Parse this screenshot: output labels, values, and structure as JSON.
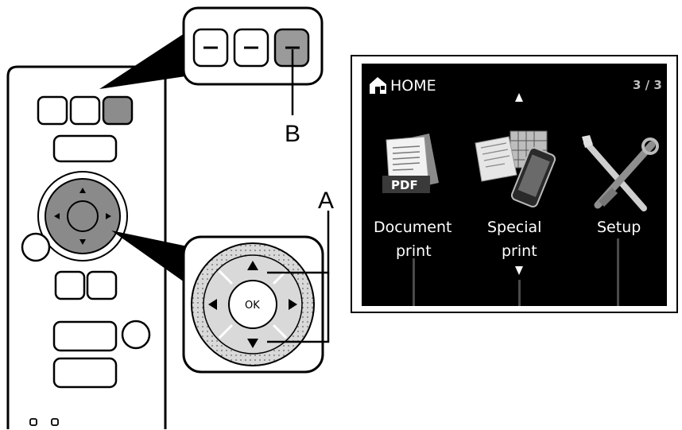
{
  "callouts": {
    "a": "A",
    "b": "B"
  },
  "screen": {
    "title": "HOME",
    "page_indicator": "3 / 3",
    "items": [
      {
        "line1": "Document",
        "line2": "print",
        "icon": "pdf-document-icon"
      },
      {
        "line1": "Special",
        "line2": "print",
        "icon": "special-print-icon"
      },
      {
        "line1": "Setup",
        "line2": "",
        "icon": "setup-tools-icon"
      }
    ]
  },
  "ok_label": "OK",
  "pdf_badge": "PDF",
  "colors": {
    "screen_bg": "#000000",
    "button_gray": "#8c8c8c",
    "dpad_gray": "#8a8a8a",
    "dpad_zoom_gray": "#d9d9d9"
  }
}
